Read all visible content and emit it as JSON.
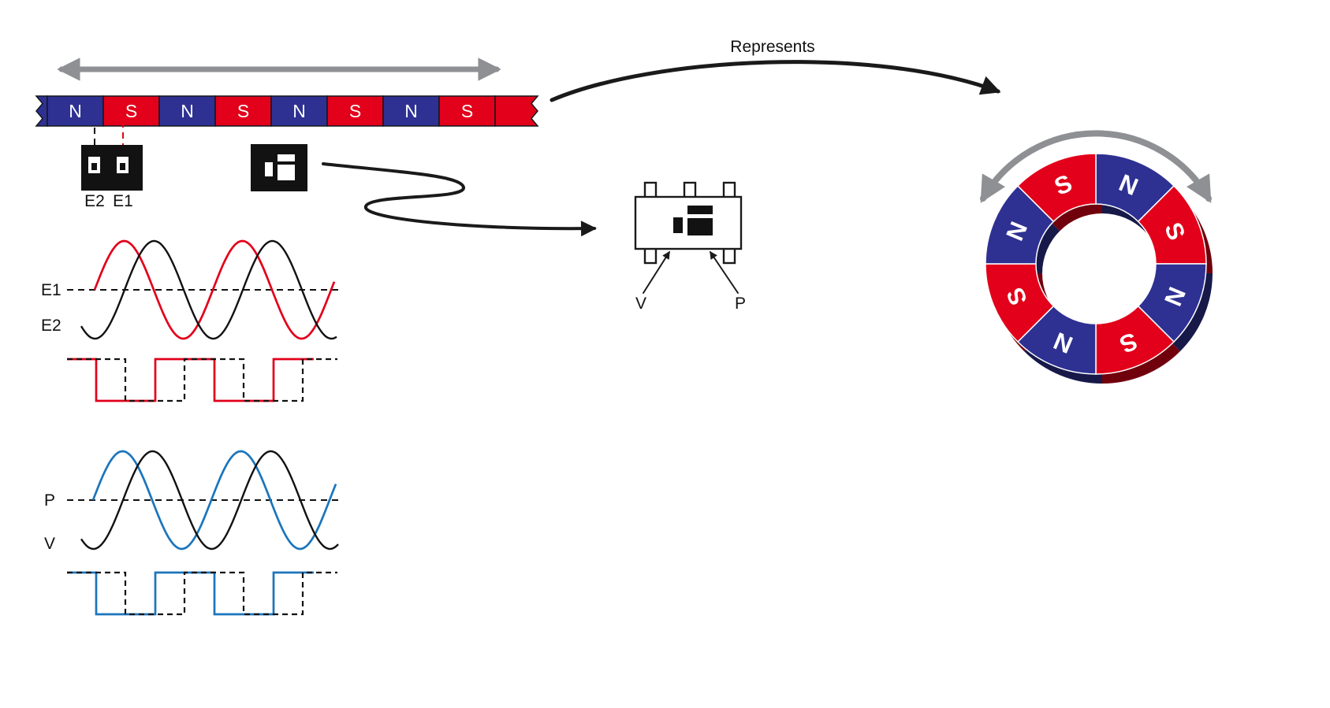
{
  "diagram": {
    "represents_label": "Represents",
    "colors": {
      "north": "#2e3192",
      "south": "#e2001a",
      "wave1": "#e2001a",
      "wave2": "#1b75bc",
      "gray": "#8e9093"
    },
    "strip": {
      "poles": [
        "N",
        "S",
        "N",
        "S",
        "N",
        "S",
        "N",
        "S"
      ]
    },
    "sensors": {
      "e2_label": "E2",
      "e1_label": "E1"
    },
    "chip": {
      "v_label": "V",
      "p_label": "P"
    },
    "waves_e": {
      "top_label": "E1",
      "bottom_label": "E2"
    },
    "waves_pv": {
      "top_label": "P",
      "bottom_label": "V"
    },
    "ring": {
      "sectors": [
        {
          "label": "N",
          "color": "#2e3192"
        },
        {
          "label": "S",
          "color": "#e2001a"
        },
        {
          "label": "N",
          "color": "#2e3192"
        },
        {
          "label": "S",
          "color": "#e2001a"
        },
        {
          "label": "N",
          "color": "#2e3192"
        },
        {
          "label": "S",
          "color": "#e2001a"
        },
        {
          "label": "N",
          "color": "#2e3192"
        },
        {
          "label": "S",
          "color": "#e2001a"
        }
      ]
    }
  }
}
